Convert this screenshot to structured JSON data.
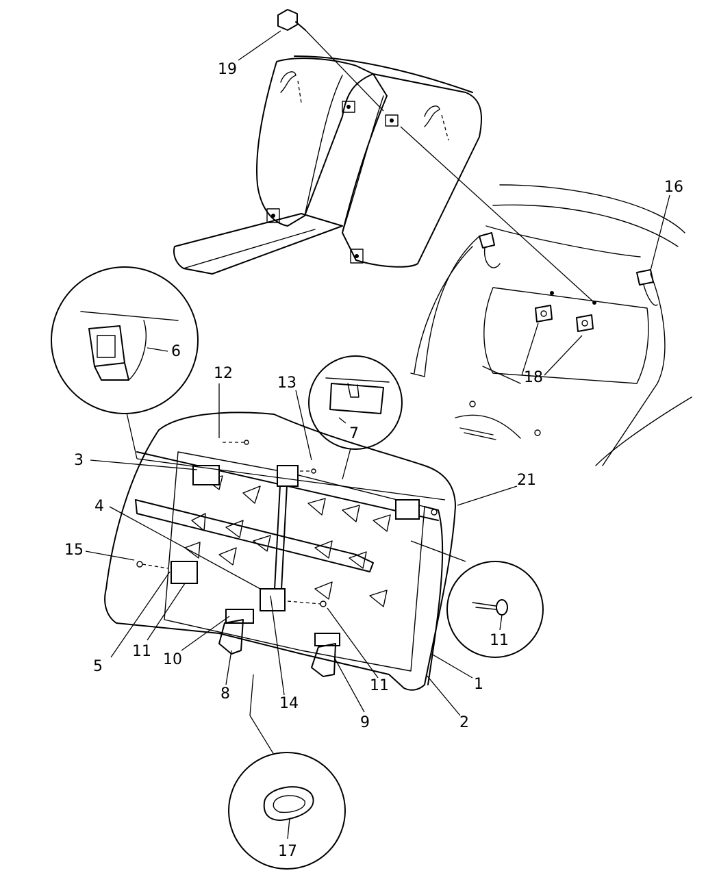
{
  "diagram": {
    "callouts": [
      {
        "id": "c19",
        "label": "19"
      },
      {
        "id": "c16",
        "label": "16"
      },
      {
        "id": "c6",
        "label": "6"
      },
      {
        "id": "c12",
        "label": "12"
      },
      {
        "id": "c13",
        "label": "13"
      },
      {
        "id": "c7",
        "label": "7"
      },
      {
        "id": "c18",
        "label": "18"
      },
      {
        "id": "c3",
        "label": "3"
      },
      {
        "id": "c21",
        "label": "21"
      },
      {
        "id": "c4",
        "label": "4"
      },
      {
        "id": "c15",
        "label": "15"
      },
      {
        "id": "c11a",
        "label": "11"
      },
      {
        "id": "c5",
        "label": "5"
      },
      {
        "id": "c11b",
        "label": "11"
      },
      {
        "id": "c10",
        "label": "10"
      },
      {
        "id": "c8",
        "label": "8"
      },
      {
        "id": "c14",
        "label": "14"
      },
      {
        "id": "c9",
        "label": "9"
      },
      {
        "id": "c11c",
        "label": "11"
      },
      {
        "id": "c1",
        "label": "1"
      },
      {
        "id": "c2",
        "label": "2"
      },
      {
        "id": "c17",
        "label": "17"
      }
    ]
  }
}
